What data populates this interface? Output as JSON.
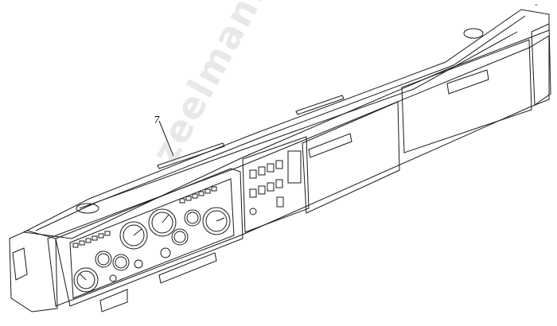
{
  "diagram": {
    "callout_label": "7",
    "watermark": "zeelman.ru",
    "corner_mark": "="
  },
  "colors": {
    "ink": "#1a1a1a",
    "paper": "#ffffff",
    "watermark": "#969696"
  },
  "parts": {
    "gauges": 9,
    "switch_blocks": 2
  }
}
